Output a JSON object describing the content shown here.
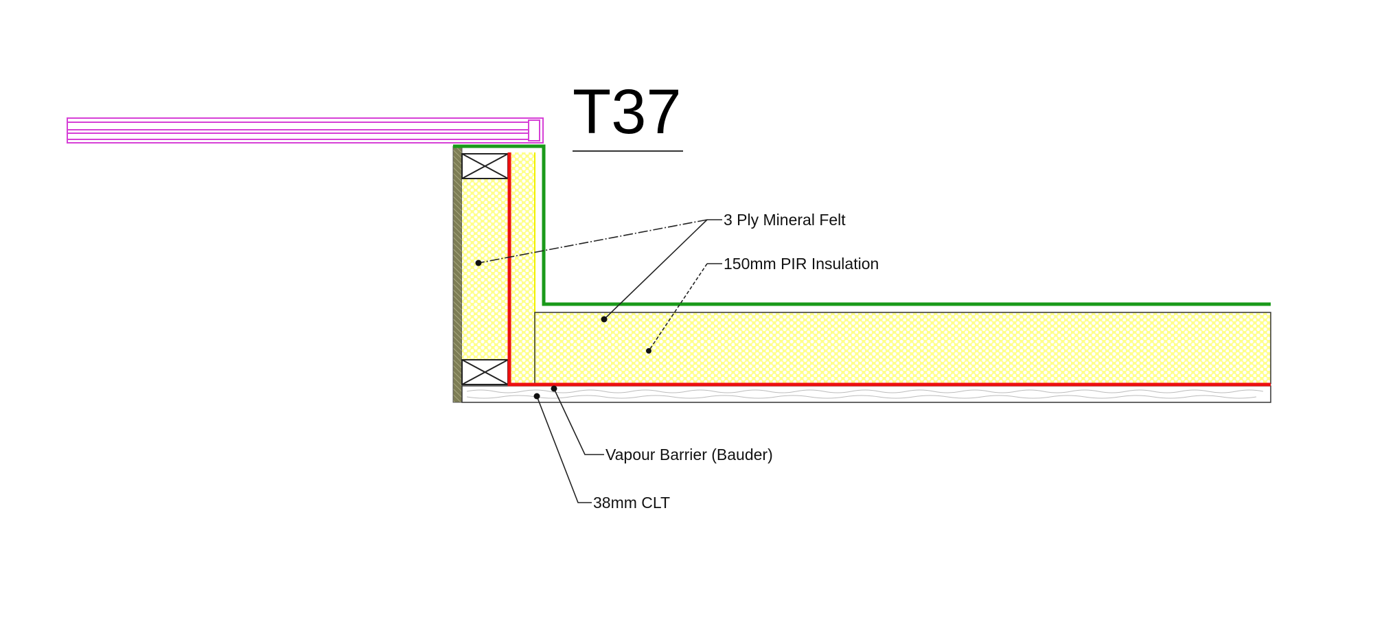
{
  "drawing": {
    "title": "T37",
    "labels": {
      "felt": "3 Ply Mineral Felt",
      "insulation": "150mm PIR Insulation",
      "vapour": "Vapour Barrier (Bauder)",
      "clt": "38mm CLT"
    },
    "colors": {
      "membrane": "#1a9a1a",
      "vapour_barrier": "#ee1111",
      "insulation": "#ffff99",
      "fascia": "#dd44dd",
      "wall": "#7a7a50"
    }
  }
}
